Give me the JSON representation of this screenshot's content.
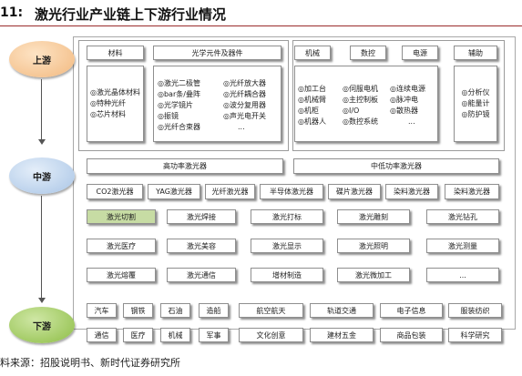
{
  "header": {
    "number": "11:",
    "title": "激光行业产业链上下游行业情况"
  },
  "stages": {
    "upstream": "上游",
    "midstream": "中游",
    "downstream": "下游"
  },
  "upstream": {
    "categories": [
      "材料",
      "光学元件及器件",
      "机械",
      "数控",
      "电源",
      "辅助"
    ],
    "materials": [
      "◎激光晶体材料",
      "◎特种光纤",
      "◎芯片材料"
    ],
    "optics_left": [
      "◎激光二极管",
      "◎bar条/叠阵",
      "◎光学镜片",
      "◎振镜",
      "◎光纤合束器"
    ],
    "optics_right": [
      "◎光纤放大器",
      "◎光纤耦合器",
      "◎波分复用器",
      "◎声光电开关",
      "..."
    ],
    "mech": [
      "◎加工台",
      "◎机械臂",
      "◎机柜",
      "◎机器人"
    ],
    "cnc": [
      "◎伺服电机",
      "◎主控制板",
      "◎I/O",
      "◎数控系统"
    ],
    "power": [
      "◎连续电源",
      "◎脉冲电",
      "◎散热器",
      "..."
    ],
    "aux": [
      "◎分析仪",
      "◎能量计",
      "◎防护镜"
    ]
  },
  "midstream": {
    "high_power": "高功率激光器",
    "mid_low_power": "中低功率激光器",
    "laser_types": [
      "CO2激光器",
      "YAG激光器",
      "光纤激光器",
      "半导体激光器",
      "碟片激光器",
      "染料激光器",
      "染料激光器"
    ],
    "applications_row1": [
      "激光切割",
      "激光焊接",
      "激光打标",
      "激光雕刻",
      "激光钻孔"
    ],
    "applications_row2": [
      "激光医疗",
      "激光美容",
      "激光显示",
      "激光照明",
      "激光测量"
    ],
    "applications_row3": [
      "激光熔覆",
      "激光通信",
      "增材制造",
      "激光微加工",
      "..."
    ]
  },
  "downstream": {
    "row1": [
      "汽车",
      "钢铁",
      "石油",
      "造船",
      "航空航天",
      "轨道交通",
      "电子信息",
      "服装纺织"
    ],
    "row2": [
      "通信",
      "医疗",
      "机械",
      "军事",
      "文化创意",
      "建材五金",
      "商品包装",
      "科学研究"
    ]
  },
  "source": "料来源：招股说明书、新时代证券研究所",
  "colors": {
    "upstream_oval": "#f5c99a",
    "midstream_oval": "#c4d8ee",
    "downstream_oval": "#a9cf6b",
    "highlight": "#c7dca4"
  }
}
